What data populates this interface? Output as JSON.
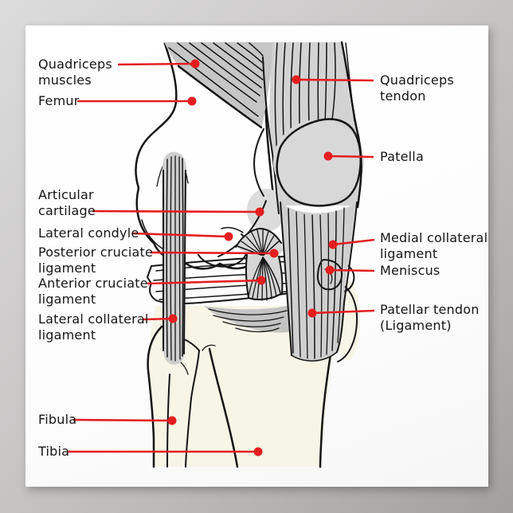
{
  "poster": {
    "type": "anatomical poster",
    "subject": "knee joint diagram"
  },
  "labels": {
    "quadriceps_muscles": "Quadriceps\nmuscles",
    "femur": "Femur",
    "articular_cartilage": "Articular\ncartilage",
    "lateral_condyle": "Lateral condyle",
    "posterior_cruciate_ligament": "Posterior cruciate\nligament",
    "anterior_cruciate_ligament": "Anterior cruciate\nligament",
    "lateral_collateral_ligament": "Lateral collateral\nligament",
    "fibula": "Fibula",
    "tibia": "Tibia",
    "quadriceps_tendon": "Quadriceps\ntendon",
    "patella": "Patella",
    "medial_collateral_ligament": "Medial collateral\nligament",
    "meniscus": "Meniscus",
    "patellar_tendon": "Patellar tendon\n(Ligament)"
  },
  "colors": {
    "leader_red": "#e41e20",
    "bone_cream": "#f6f5e6",
    "patella_cream": "#f8f7ec",
    "muscle_gray": "#c6c6c6",
    "tendon_gray": "#d3d3d3",
    "halo_gray": "#d8d8d8",
    "band_gray": "#cfcfcf",
    "meniscus_gray": "#b4b4b4",
    "wash_gray": "#c4c4c4",
    "fan_gray": "#d6d6d6",
    "outline_black": "#141414",
    "text_color": "#151515"
  }
}
